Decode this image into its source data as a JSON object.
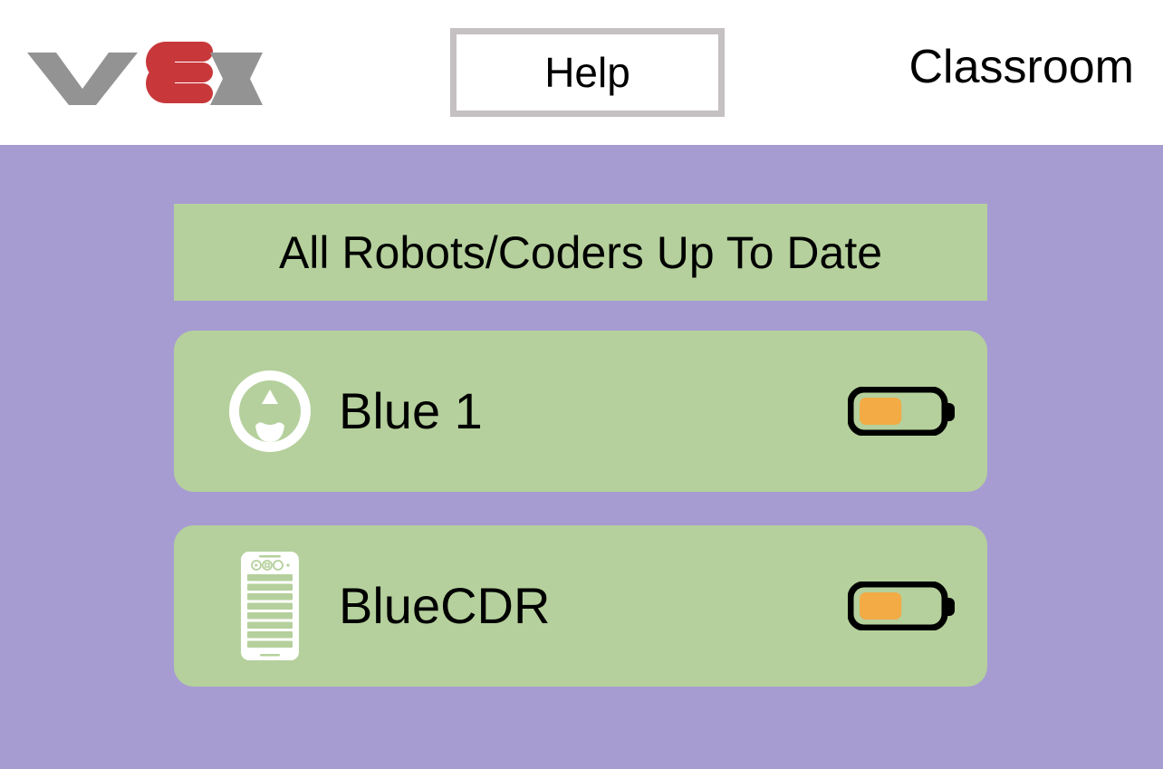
{
  "header": {
    "logo_name": "vex-logo",
    "logo_text": "VEX",
    "help_label": "Help",
    "title": "Classroom"
  },
  "main": {
    "status_banner": {
      "text": "All Robots/Coders Up To Date",
      "background_color": "#b5d09c"
    },
    "devices": [
      {
        "name": "Blue 1",
        "icon": "robot-brain-icon",
        "battery": {
          "level_percent": 55,
          "fill_color": "#f2ab45",
          "outline_color": "#000000"
        }
      },
      {
        "name": "BlueCDR",
        "icon": "controller-icon",
        "battery": {
          "level_percent": 55,
          "fill_color": "#f2ab45",
          "outline_color": "#000000"
        }
      }
    ]
  },
  "colors": {
    "page_background": "#a79cd2",
    "header_background": "#ffffff",
    "card_green": "#b5d09c",
    "logo_red": "#c8383b",
    "logo_gray": "#939393",
    "help_border": "#c5c0c1"
  }
}
